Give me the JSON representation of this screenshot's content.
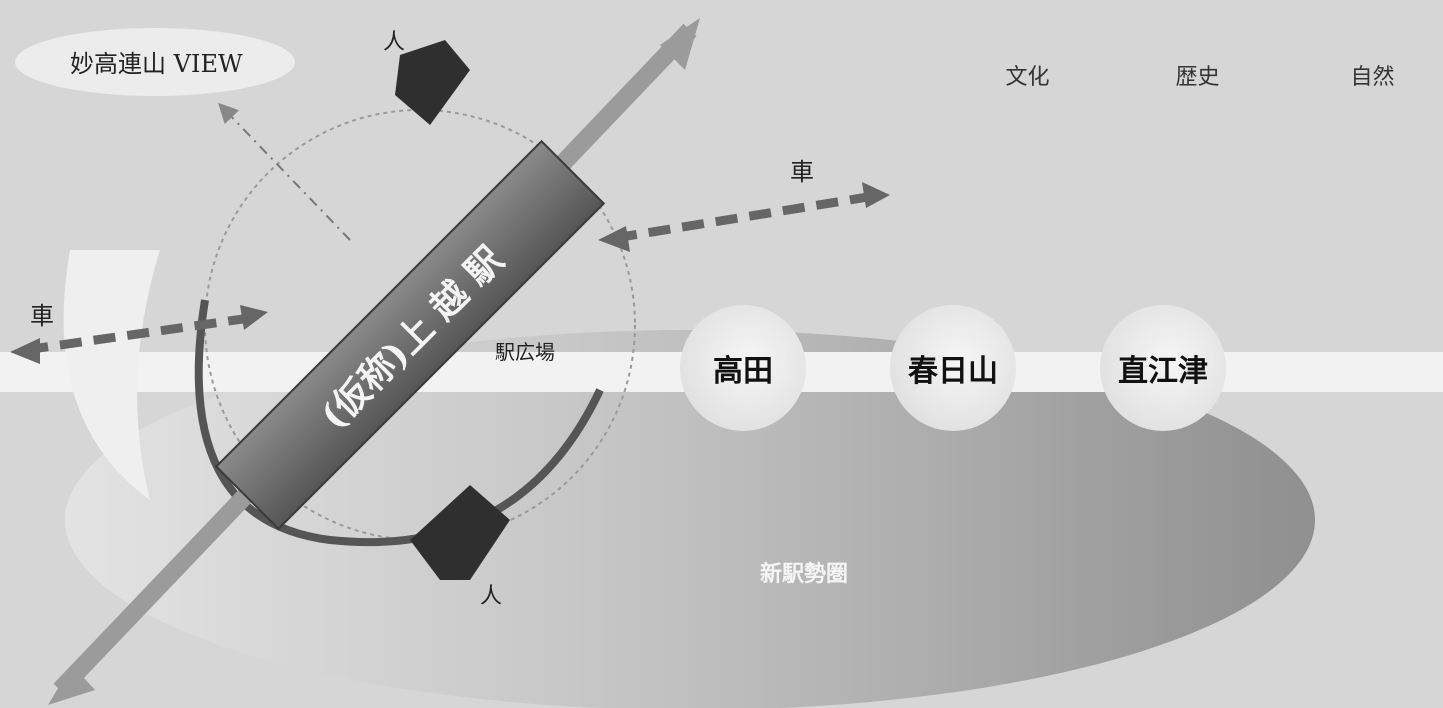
{
  "view_label": "妙高連山 VIEW",
  "categories": [
    "文化",
    "歴史",
    "自然"
  ],
  "station_name": "(仮称)上 越 駅",
  "plaza_label": "駅広場",
  "car_label": "車",
  "person_label": "人",
  "districts": [
    "高田",
    "春日山",
    "直江津"
  ],
  "new_area_label": "新駅勢圏",
  "colors": {
    "background": "#d9d9d9",
    "band": "#f2f2f2",
    "ellipse": "#b3b3b3",
    "station": "#6e6e6e"
  }
}
